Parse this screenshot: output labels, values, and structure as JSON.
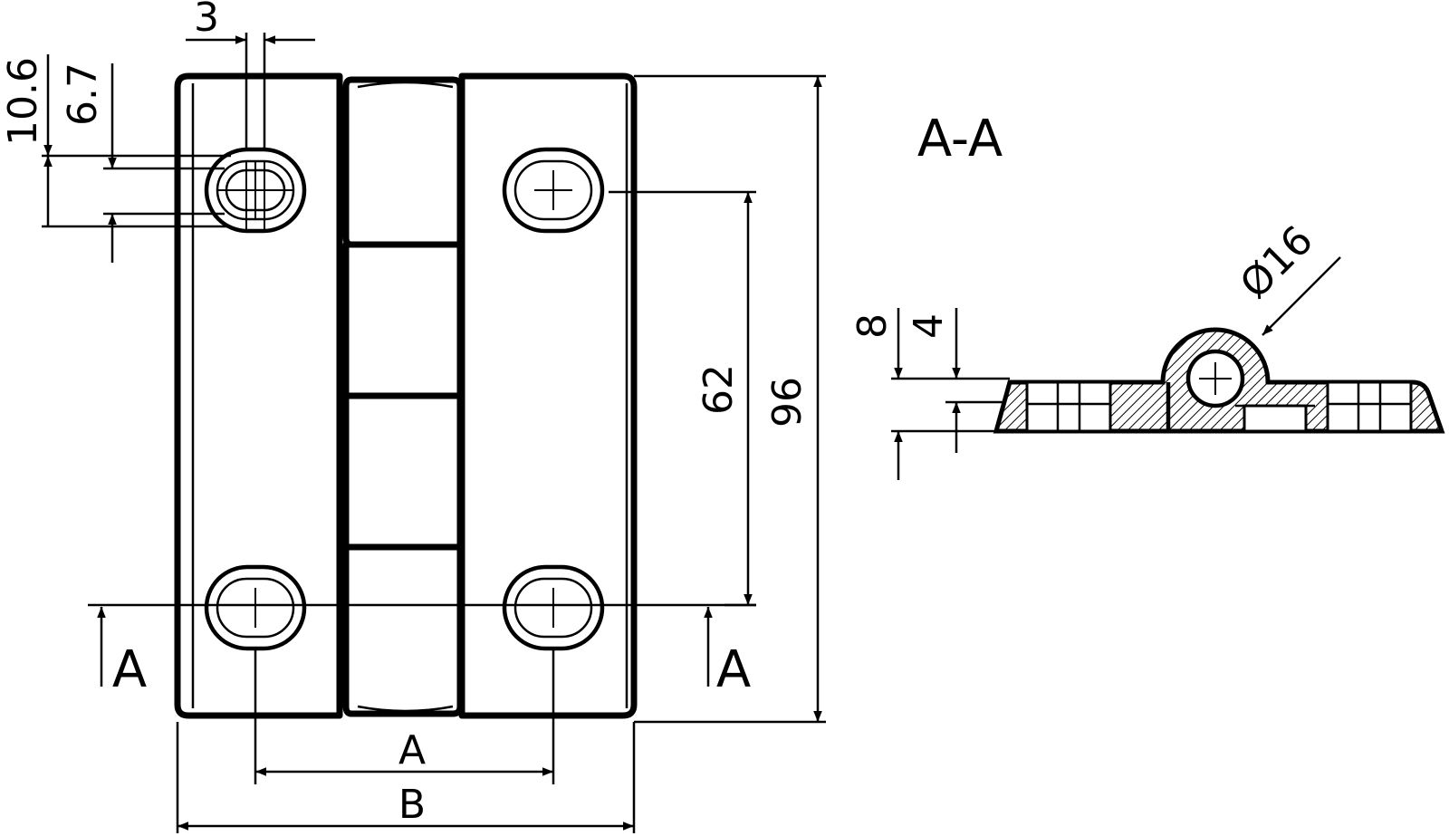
{
  "drawing": {
    "section_title": "A-A",
    "dimensions": {
      "slot_width": "3",
      "slot_length_outer": "10.6",
      "slot_length_inner": "6.7",
      "hole_pitch": "62",
      "overall_height": "96",
      "hole_spacing": "A",
      "overall_width": "B",
      "knuckle_diameter": "Ø16",
      "leaf_thickness": "8",
      "plate_thickness": "4"
    },
    "section_markers": {
      "left": "A",
      "right": "A"
    }
  }
}
